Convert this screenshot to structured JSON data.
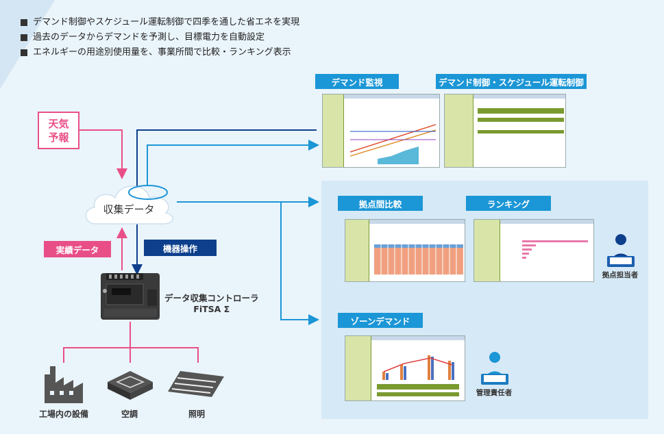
{
  "bullets": [
    "デマンド制御やスケジュール運転制御で四季を通した省エネを実現",
    "過去のデータからデマンドを予測し、目標電力を自動設定",
    "エネルギーの用途別使用量を、事業所間で比較・ランキング表示"
  ],
  "weather": {
    "line1": "天気",
    "line2": "予報"
  },
  "cloud_label": "収集データ",
  "tags": {
    "actual_data": "実績データ",
    "device_operation": "機器操作",
    "demand_monitor": "デマンド監視",
    "demand_schedule": "デマンド制御・スケジュール運転制御",
    "site_compare": "拠点間比較",
    "ranking": "ランキング",
    "zone_demand": "ゾーンデマンド"
  },
  "controller": {
    "line1": "データ収集コントローラ",
    "line2": "FiTSA Σ"
  },
  "devices": [
    "工場内の設備",
    "空調",
    "照明"
  ],
  "persons": {
    "site_manager": "拠点担当者",
    "admin": "管理責任者"
  },
  "colors": {
    "cyan": "#1b96d6",
    "navy": "#0d3f8c",
    "pink": "#e94f87",
    "panel": "#d6e9f6",
    "green": "#7a9a30"
  }
}
